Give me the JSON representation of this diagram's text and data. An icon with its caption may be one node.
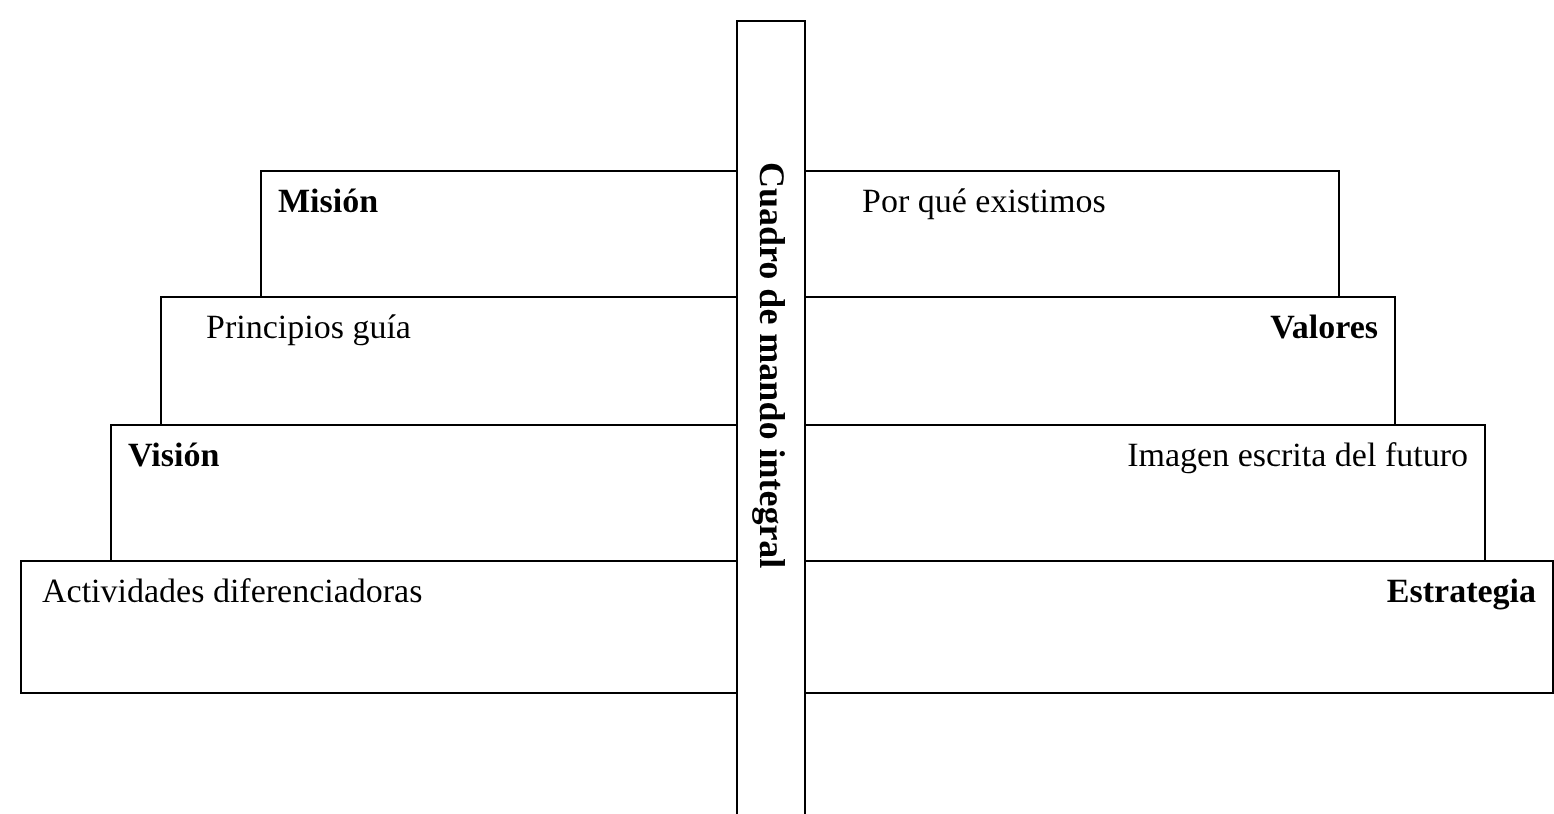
{
  "diagram": {
    "nodes": [
      {
        "text": [
          "Cuadro de mando integral"
        ]
      },
      {
        "text": [
          "Misión"
        ]
      },
      {
        "text": [
          "Por qué existimos"
        ]
      },
      {
        "text": [
          "Principios guía"
        ]
      },
      {
        "text": [
          "Valores"
        ]
      },
      {
        "text": [
          "Visión"
        ]
      },
      {
        "text": [
          "Imagen escrita del futuro"
        ]
      },
      {
        "text": [
          "Actividades diferenciadoras"
        ]
      },
      {
        "text": [
          "Estrategia"
        ]
      }
    ]
  }
}
